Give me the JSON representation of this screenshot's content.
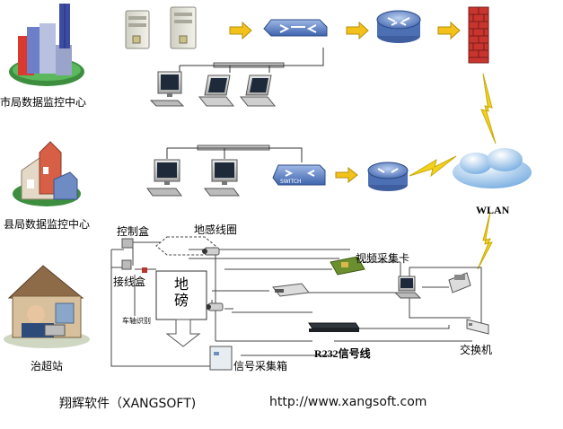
{
  "labels": {
    "city_center": "市局数据监控中心",
    "county_center": "县局数据监控中心",
    "station": "治超站",
    "wlan": "WLAN",
    "control_box": "控制盒",
    "ground_coil": "地感线圈",
    "video_card": "视频采集卡",
    "junction_box": "接线盒",
    "weighbridge": "地磅",
    "axle_recognition": "车轴识别",
    "signal_box": "信号采集箱",
    "r232_line": "R232信号线",
    "switch": "交换机",
    "switch_device_text": "SWITCH"
  },
  "footer": {
    "company": "翔辉软件（XANGSOFT)",
    "url": "http://www.xangsoft.com"
  }
}
